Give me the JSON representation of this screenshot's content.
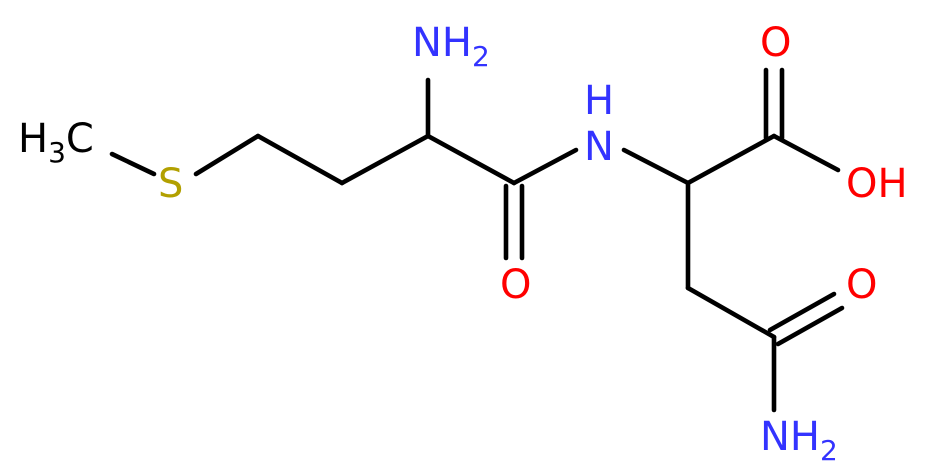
{
  "colors": {
    "bond": "#000000",
    "carbon": "#000000",
    "nitrogen": "#3333ff",
    "oxygen": "#ff0000",
    "sulfur": "#b2a000",
    "background": "#ffffff"
  },
  "labels": {
    "methyl": {
      "main": "H",
      "sub": "3",
      "tail": "C"
    },
    "sulfur": "S",
    "amino_top": {
      "main": "NH",
      "sub": "2"
    },
    "amide_nh": {
      "main": "N",
      "h": "H"
    },
    "amide_o": "O",
    "acid_o": "O",
    "acid_oh": "OH",
    "side_o": "O",
    "side_nh2": {
      "main": "NH",
      "sub": "2"
    }
  }
}
